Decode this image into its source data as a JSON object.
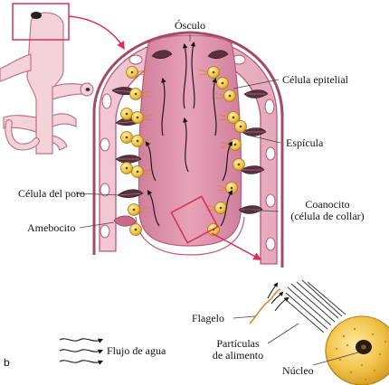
{
  "panel_letter": "b",
  "labels": {
    "osculo": "Ósculo",
    "celula_epitelial": "Célula epitelial",
    "espicula": "Espícula",
    "celula_del_poro": "Célula del poro",
    "amebocito": "Amebocito",
    "coanocito_line1": "Coanocito",
    "coanocito_line2": "(célula de collar)",
    "flagelo": "Flagelo",
    "particulas_line1": "Partículas",
    "particulas_line2": "de alimento",
    "nucleo": "Núcleo",
    "flujo_de_agua": "Flujo de agua"
  },
  "colors": {
    "sponge_wall": "#e9b6c3",
    "sponge_wall_dark": "#b85a78",
    "cavity": "#d98aa4",
    "choanocyte": "#e8c440",
    "highlight_box": "#d8305a",
    "spicule": "#5a2f40",
    "cell_yellow": "#f0c850",
    "nucleus": "#2a1a10"
  }
}
